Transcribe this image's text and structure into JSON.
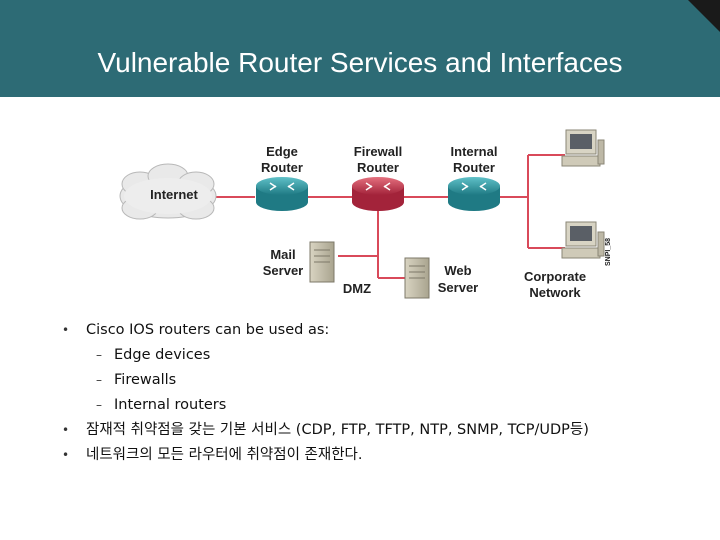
{
  "slide": {
    "title": "Vulnerable Router Services and Interfaces",
    "accent_color": "#2d6b75"
  },
  "diagram": {
    "internet_label": "Internet",
    "edge_router": [
      "Edge",
      "Router"
    ],
    "firewall_router": [
      "Firewall",
      "Router"
    ],
    "internal_router": [
      "Internal",
      "Router"
    ],
    "mail_server": [
      "Mail",
      "Server"
    ],
    "web_server": [
      "Web",
      "Server"
    ],
    "dmz_label": "DMZ",
    "corporate_network": [
      "Corporate",
      "Network"
    ],
    "figure_id": "SNPI_58",
    "firewall_router_color": "#c0304a",
    "router_color": "#2b8f98",
    "icons": [
      "cloud-icon",
      "router-icon",
      "server-icon",
      "workstation-icon"
    ]
  },
  "bullets": [
    {
      "level": 1,
      "marker": "•",
      "text": "Cisco IOS routers can be used as:"
    },
    {
      "level": 2,
      "marker": "–",
      "text": "Edge devices"
    },
    {
      "level": 2,
      "marker": "–",
      "text": "Firewalls"
    },
    {
      "level": 2,
      "marker": "–",
      "text": "Internal routers"
    },
    {
      "level": 1,
      "marker": "•",
      "text": "잠재적 취약점을 갖는 기본 서비스 (CDP, FTP, TFTP, NTP, SNMP, TCP/UDP등)"
    },
    {
      "level": 1,
      "marker": "•",
      "text": "네트워크의 모든 라우터에 취약점이 존재한다."
    }
  ]
}
